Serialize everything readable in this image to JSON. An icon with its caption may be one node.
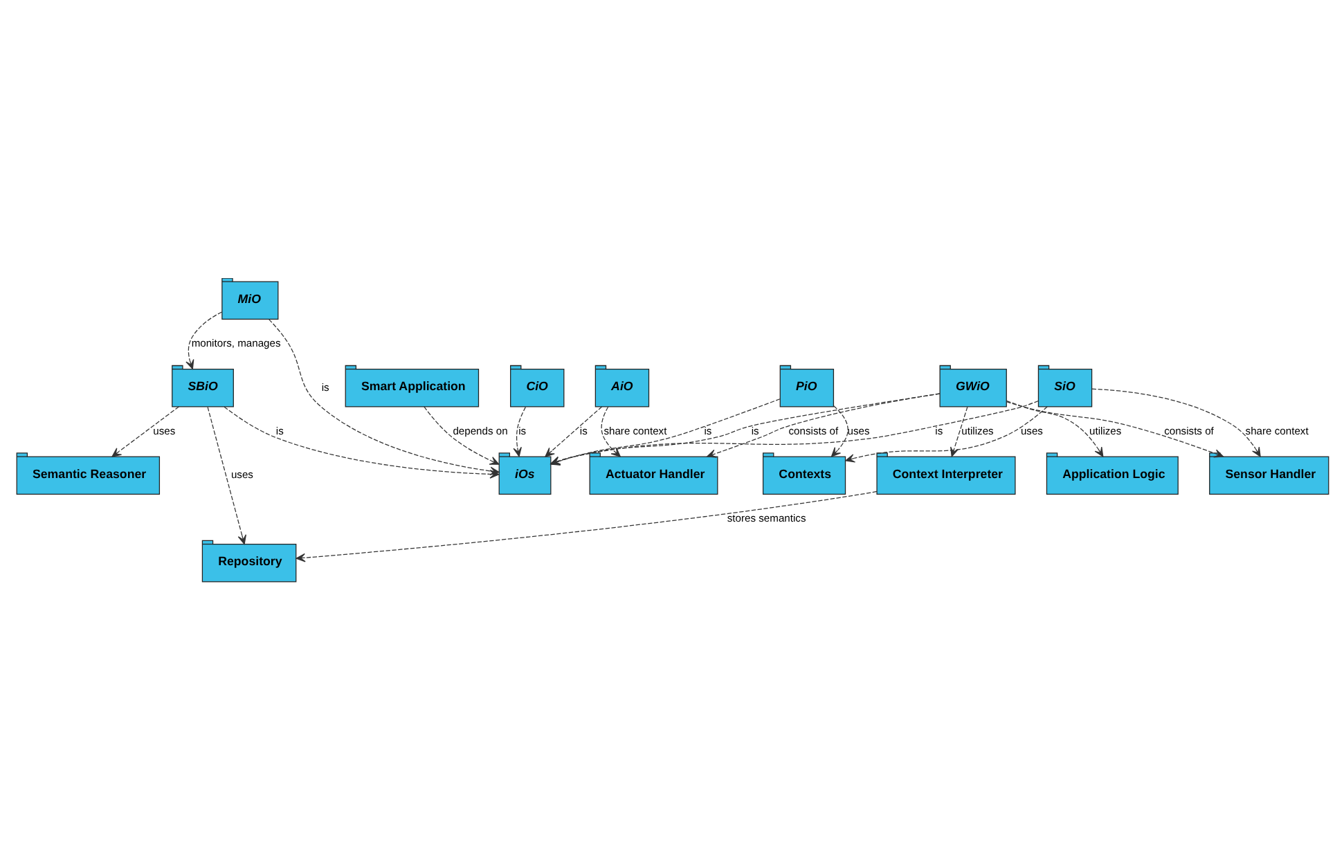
{
  "diagram": {
    "nodes": [
      {
        "text": [
          "Smart Application"
        ]
      },
      {
        "text": [
          "MiO"
        ]
      },
      {
        "text": [
          "SBiO"
        ]
      },
      {
        "text": [
          "Semantic Reasoner"
        ]
      },
      {
        "text": [
          "Repository"
        ]
      },
      {
        "text": [
          "Context Interpreter"
        ]
      },
      {
        "text": [
          "iOs"
        ]
      },
      {
        "text": [
          "GWiO"
        ]
      },
      {
        "text": [
          "Application Logic"
        ]
      },
      {
        "text": [
          "PiO"
        ]
      },
      {
        "text": [
          "AiO"
        ]
      },
      {
        "text": [
          "Actuator Handler"
        ]
      },
      {
        "text": [
          "SiO"
        ]
      },
      {
        "text": [
          "Sensor Handler"
        ]
      },
      {
        "text": [
          "CiO"
        ]
      },
      {
        "text": [
          "Contexts"
        ]
      }
    ],
    "edges": [
      {
        "from": 0,
        "to": 6,
        "arrow": "to",
        "label": "depends on",
        "style": "dashed"
      },
      {
        "from": 1,
        "to": 6,
        "arrow": "to",
        "label": "is",
        "style": "dashed"
      },
      {
        "from": 2,
        "to": 6,
        "arrow": "to",
        "label": "is",
        "style": "dashed"
      },
      {
        "from": 1,
        "to": 2,
        "arrow": "to",
        "label": "monitors, manages",
        "style": "dashed"
      },
      {
        "from": 2,
        "to": 3,
        "arrow": "to",
        "label": "uses",
        "style": "dashed"
      },
      {
        "from": 2,
        "to": 4,
        "arrow": "to",
        "label": "uses",
        "style": "dashed"
      },
      {
        "from": 5,
        "to": 4,
        "arrow": "to",
        "label": "stores semantics",
        "style": "dashed"
      },
      {
        "from": 7,
        "to": 5,
        "arrow": "to",
        "label": "utilizes",
        "style": "dashed"
      },
      {
        "from": 7,
        "to": 6,
        "arrow": "to",
        "label": "is",
        "style": "dashed"
      },
      {
        "from": 7,
        "to": 8,
        "arrow": "to",
        "label": "utilizes",
        "style": "dashed"
      },
      {
        "from": 10,
        "to": 6,
        "arrow": "to",
        "label": "is",
        "style": "dashed"
      },
      {
        "from": 12,
        "to": 6,
        "arrow": "to",
        "label": "is",
        "style": "dashed"
      },
      {
        "from": 9,
        "to": 6,
        "arrow": "to",
        "label": "is",
        "style": "dashed"
      },
      {
        "from": 14,
        "to": 6,
        "arrow": "to",
        "label": "is",
        "style": "dashed"
      },
      {
        "from": 7,
        "to": 11,
        "arrow": "to",
        "label": "consists of",
        "style": "dashed"
      },
      {
        "from": 7,
        "to": 13,
        "arrow": "to",
        "label": "consists of",
        "style": "dashed"
      },
      {
        "from": 10,
        "to": 11,
        "arrow": "to",
        "label": "share context",
        "style": "dashed"
      },
      {
        "from": 12,
        "to": 13,
        "arrow": "to",
        "label": "share context",
        "style": "dashed"
      },
      {
        "from": 12,
        "to": 15,
        "arrow": "to",
        "label": "uses",
        "style": "dashed"
      },
      {
        "from": 9,
        "to": 15,
        "arrow": "to",
        "label": "uses",
        "style": "dashed"
      }
    ]
  }
}
